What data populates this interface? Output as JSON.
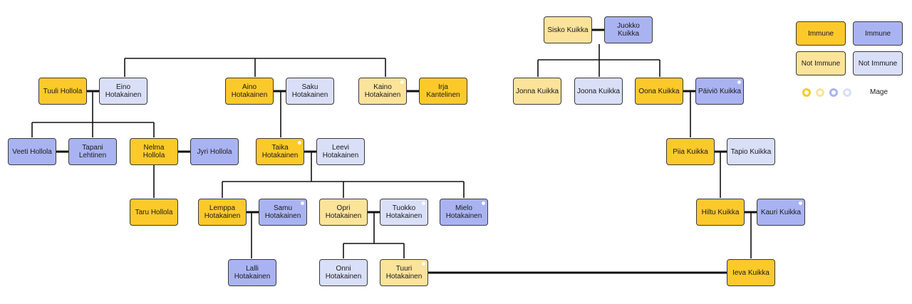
{
  "colors": {
    "female_immune": "#fcc92b",
    "female_not_immune": "#fbe39a",
    "male_immune": "#aab3f2",
    "male_not_immune": "#dadff8",
    "line": "#111111"
  },
  "legend": {
    "immune_left": "Immune",
    "immune_right": "Immune",
    "not_immune_left": "Not Immune",
    "not_immune_right": "Not Immune",
    "mage_label": "Mage",
    "mage_rings": [
      "female_immune",
      "female_not_immune",
      "male_immune",
      "male_not_immune"
    ]
  },
  "people": [
    {
      "id": "tuuli_hollola",
      "label": "Tuuli Hollola",
      "status": "female_immune",
      "mage": false
    },
    {
      "id": "eino_hotakainen",
      "label": "Eino\nHotakainen",
      "status": "male_not_immune",
      "mage": false
    },
    {
      "id": "aino_hotakainen",
      "label": "Aino\nHotakainen",
      "status": "female_immune",
      "mage": false
    },
    {
      "id": "saku_hotakainen",
      "label": "Saku\nHotakainen",
      "status": "male_not_immune",
      "mage": false
    },
    {
      "id": "kaino_hotakainen",
      "label": "Kaino\nHotakainen",
      "status": "female_not_immune",
      "mage": true
    },
    {
      "id": "irja_kantelinen",
      "label": "Irja\nKantelinen",
      "status": "female_immune",
      "mage": false
    },
    {
      "id": "veeti_hollola",
      "label": "Veeti Hollola",
      "status": "male_immune",
      "mage": false
    },
    {
      "id": "tapani_lehtinen",
      "label": "Tapani\nLehtinen",
      "status": "male_immune",
      "mage": false
    },
    {
      "id": "nelma_hollola",
      "label": "Nelma\nHollola",
      "status": "female_immune",
      "mage": false
    },
    {
      "id": "jyri_hollola",
      "label": "Jyri Hollola",
      "status": "male_immune",
      "mage": false
    },
    {
      "id": "taika_hotakainen",
      "label": "Taika\nHotakainen",
      "status": "female_immune",
      "mage": true
    },
    {
      "id": "leevi_hotakainen",
      "label": "Leevi\nHotakainen",
      "status": "male_not_immune",
      "mage": false
    },
    {
      "id": "taru_hollola",
      "label": "Taru Hollola",
      "status": "female_immune",
      "mage": false
    },
    {
      "id": "lemppa_hotakainen",
      "label": "Lemppa\nHotakainen",
      "status": "female_immune",
      "mage": false
    },
    {
      "id": "samu_hotakainen",
      "label": "Samu\nHotakainen",
      "status": "male_immune",
      "mage": true
    },
    {
      "id": "opri_hotakainen",
      "label": "Opri\nHotakainen",
      "status": "female_not_immune",
      "mage": false
    },
    {
      "id": "tuokko_hotakainen",
      "label": "Tuokko\nHotakainen",
      "status": "male_not_immune",
      "mage": true
    },
    {
      "id": "mielo_hotakainen",
      "label": "Mielo\nHotakainen",
      "status": "male_immune",
      "mage": true
    },
    {
      "id": "lalli_hotakainen",
      "label": "Lalli\nHotakainen",
      "status": "male_immune",
      "mage": false
    },
    {
      "id": "onni_hotakainen",
      "label": "Onni\nHotakainen",
      "status": "male_not_immune",
      "mage": false
    },
    {
      "id": "tuuri_hotakainen",
      "label": "Tuuri\nHotakainen",
      "status": "female_not_immune",
      "mage": true
    },
    {
      "id": "sisko_kuikka",
      "label": "Sisko Kuikka",
      "status": "female_not_immune",
      "mage": false
    },
    {
      "id": "juokko_kuikka",
      "label": "Juokko\nKuikka",
      "status": "male_immune",
      "mage": false
    },
    {
      "id": "jonna_kuikka",
      "label": "Jonna Kuikka",
      "status": "female_not_immune",
      "mage": false
    },
    {
      "id": "joona_kuikka",
      "label": "Joona Kuikka",
      "status": "male_not_immune",
      "mage": false
    },
    {
      "id": "oona_kuikka",
      "label": "Oona Kuikka",
      "status": "female_immune",
      "mage": false
    },
    {
      "id": "paivio_kuikka",
      "label": "Päiviö Kuikka",
      "status": "male_immune",
      "mage": true
    },
    {
      "id": "piia_kuikka",
      "label": "Piia Kuikka",
      "status": "female_immune",
      "mage": false
    },
    {
      "id": "tapio_kuikka",
      "label": "Tapio Kuikka",
      "status": "male_not_immune",
      "mage": false
    },
    {
      "id": "hiltu_kuikka",
      "label": "Hiltu Kuikka",
      "status": "female_immune",
      "mage": false
    },
    {
      "id": "kauri_kuikka",
      "label": "Kauri Kuikka",
      "status": "male_immune",
      "mage": true
    },
    {
      "id": "ieva_kuikka",
      "label": "Ieva Kuikka",
      "status": "female_immune",
      "mage": false
    }
  ],
  "couples": [
    [
      "tuuli_hollola",
      "eino_hotakainen"
    ],
    [
      "aino_hotakainen",
      "saku_hotakainen"
    ],
    [
      "kaino_hotakainen",
      "irja_kantelinen"
    ],
    [
      "veeti_hollola",
      "tapani_lehtinen"
    ],
    [
      "nelma_hollola",
      "jyri_hollola"
    ],
    [
      "taika_hotakainen",
      "leevi_hotakainen"
    ],
    [
      "lemppa_hotakainen",
      "samu_hotakainen"
    ],
    [
      "opri_hotakainen",
      "tuokko_hotakainen"
    ],
    [
      "sisko_kuikka",
      "juokko_kuikka"
    ],
    [
      "oona_kuikka",
      "paivio_kuikka"
    ],
    [
      "piia_kuikka",
      "tapio_kuikka"
    ],
    [
      "hiltu_kuikka",
      "kauri_kuikka"
    ],
    [
      "tuuri_hotakainen",
      "ieva_kuikka"
    ]
  ]
}
